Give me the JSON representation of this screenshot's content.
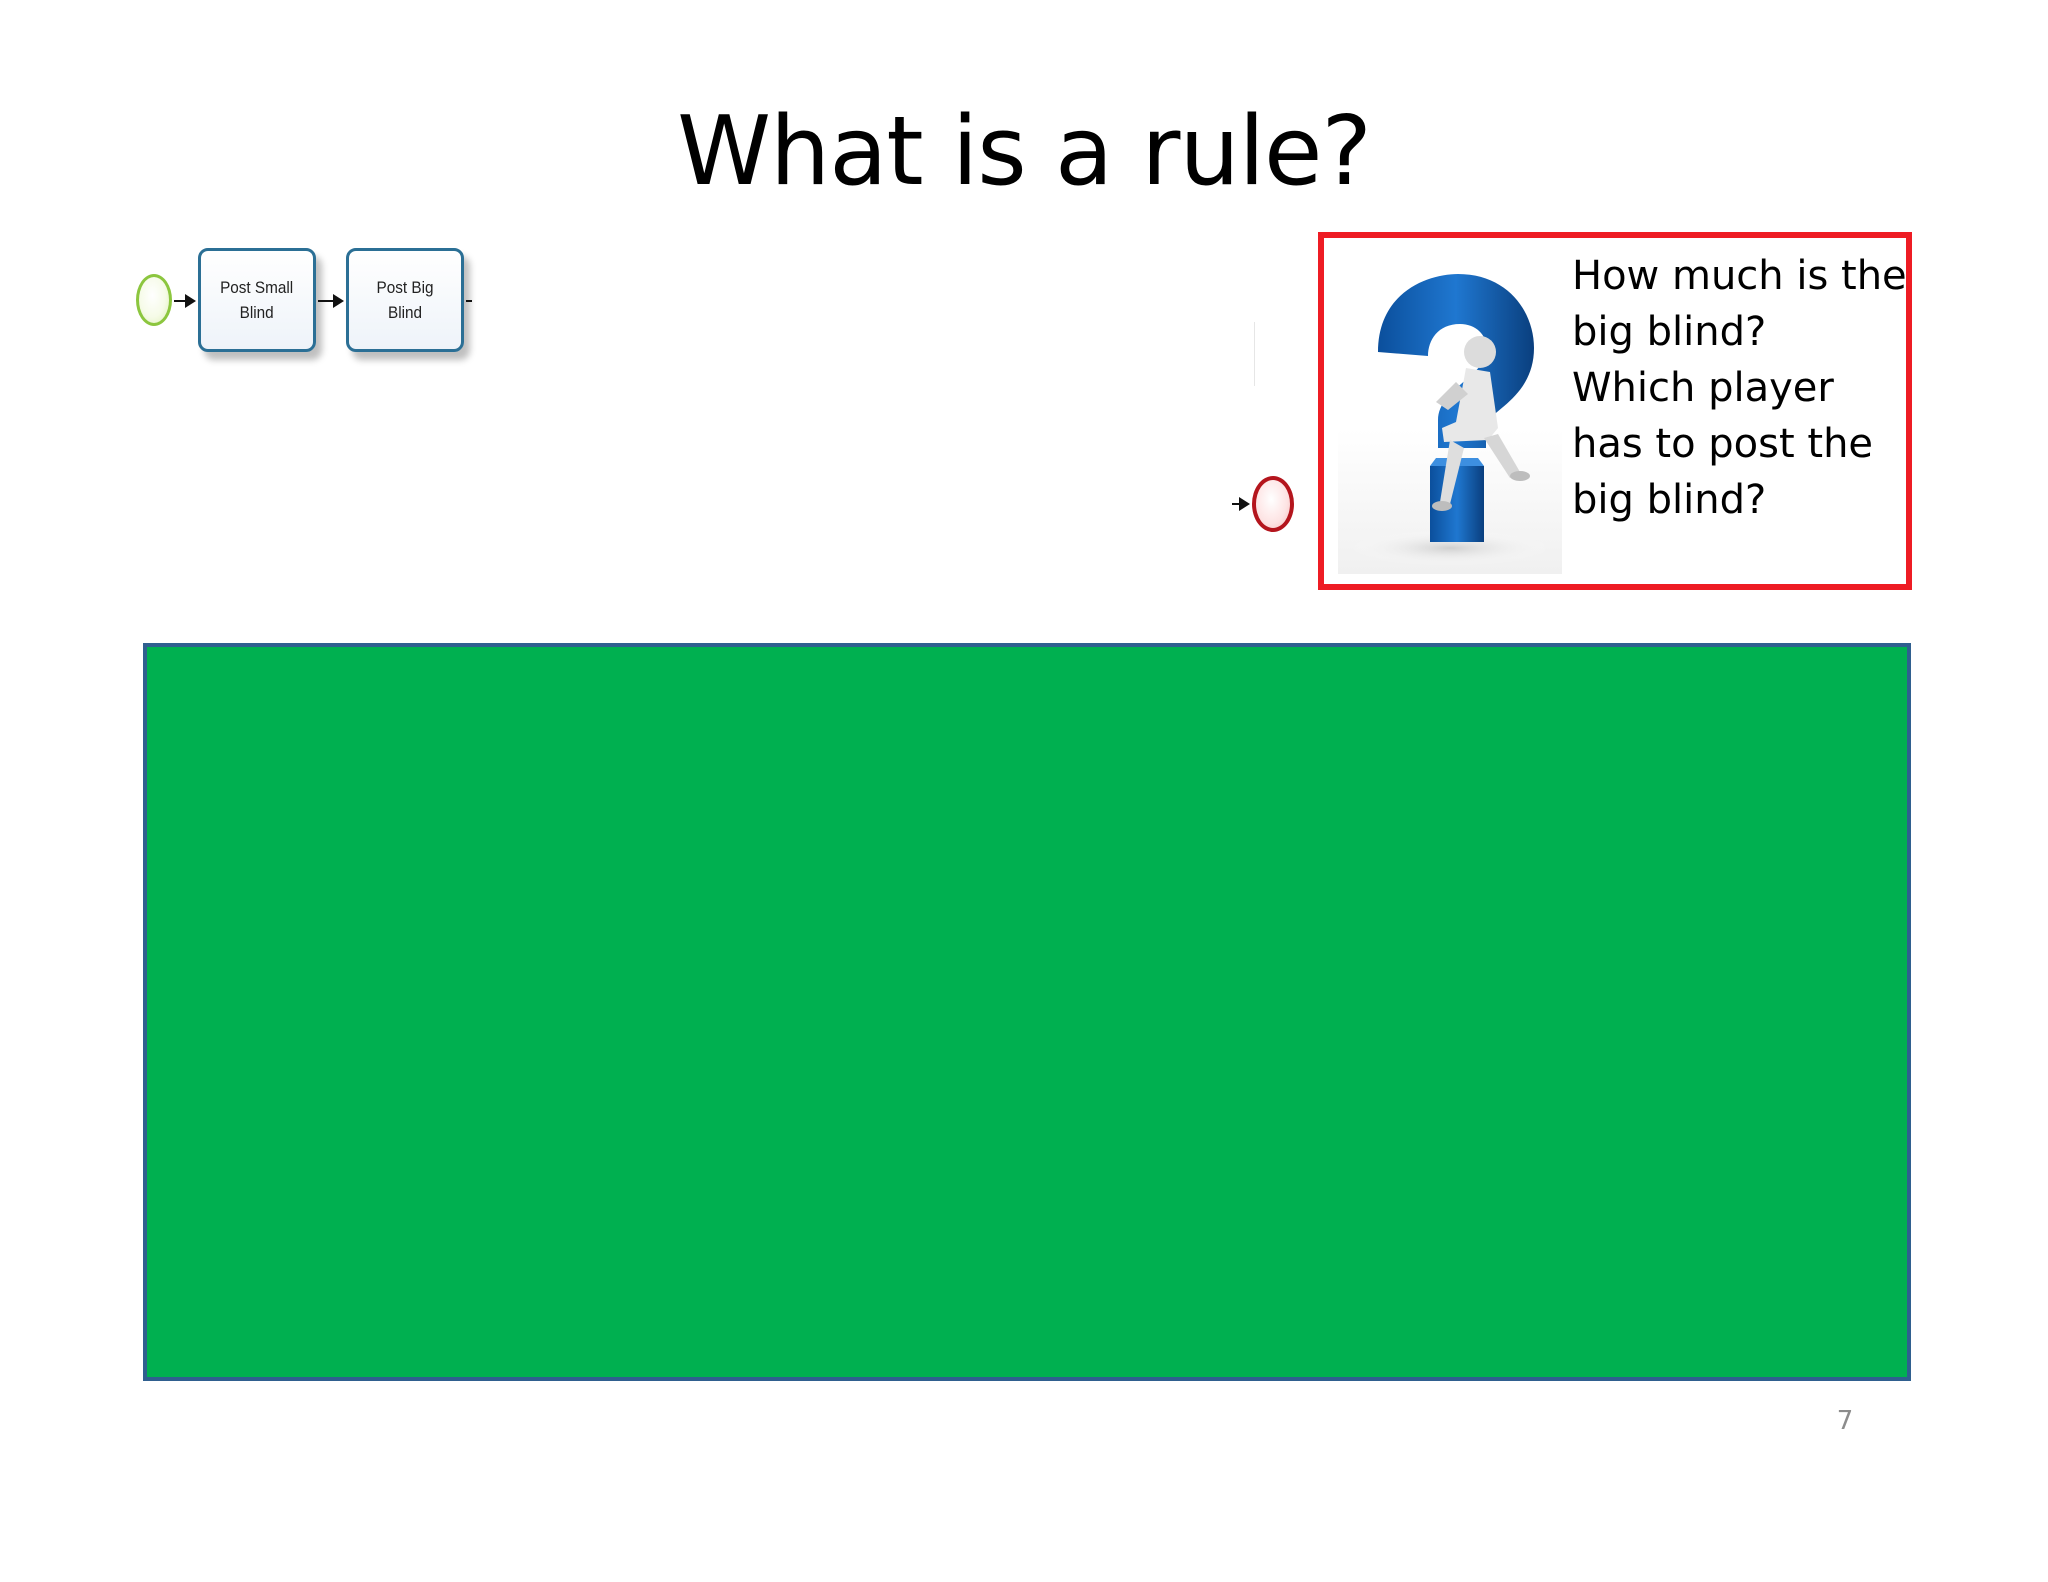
{
  "slide": {
    "title": "What is a rule?",
    "page_number": "7"
  },
  "process": {
    "tasks": [
      {
        "label": "Post Small\nBlind"
      },
      {
        "label": "Post Big Blind"
      }
    ],
    "start_event_color": "#8cc63f",
    "end_event_color": "#b4151d"
  },
  "callout": {
    "border_color": "#ee1c24",
    "image_icon": "question-mark-thinker-icon",
    "lines": [
      "How much is the",
      "big blind?",
      "Which player",
      "has to post the",
      "big blind?"
    ]
  },
  "panel": {
    "fill_color": "#00b050",
    "border_color": "#2f5f8f"
  }
}
